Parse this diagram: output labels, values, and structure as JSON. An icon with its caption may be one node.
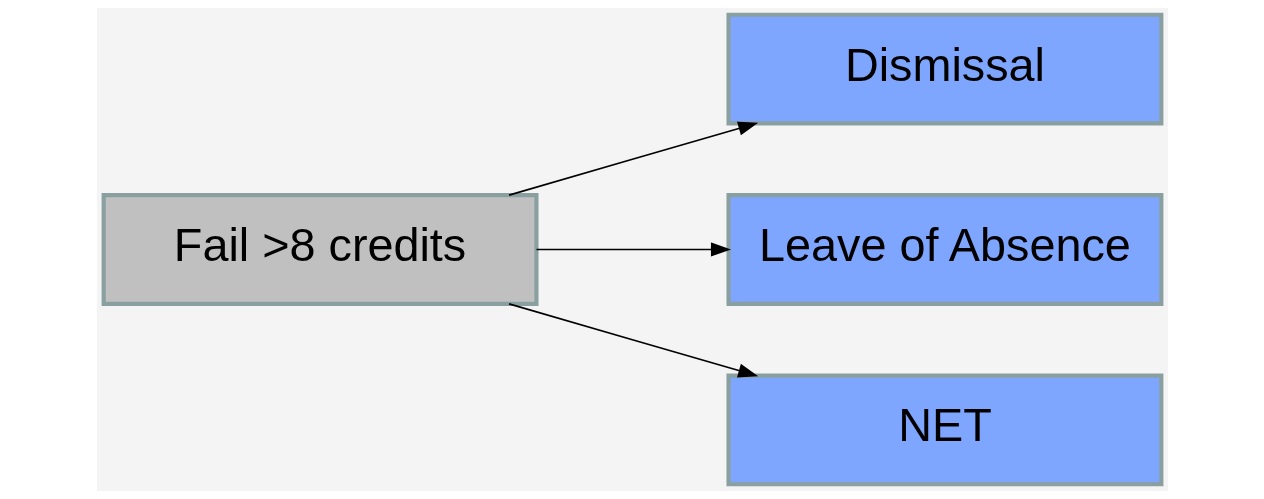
{
  "diagram": {
    "nodes": [
      {
        "text": [
          "Fail >8 credits"
        ]
      },
      {
        "text": [
          "Dismissal"
        ]
      },
      {
        "text": [
          "Leave of Absence"
        ]
      },
      {
        "text": [
          "NET"
        ]
      }
    ],
    "edges": [
      {
        "from": 0,
        "to": 1,
        "arrow": "to"
      },
      {
        "from": 0,
        "to": 2,
        "arrow": "to"
      },
      {
        "from": 0,
        "to": 3,
        "arrow": "to"
      }
    ]
  }
}
